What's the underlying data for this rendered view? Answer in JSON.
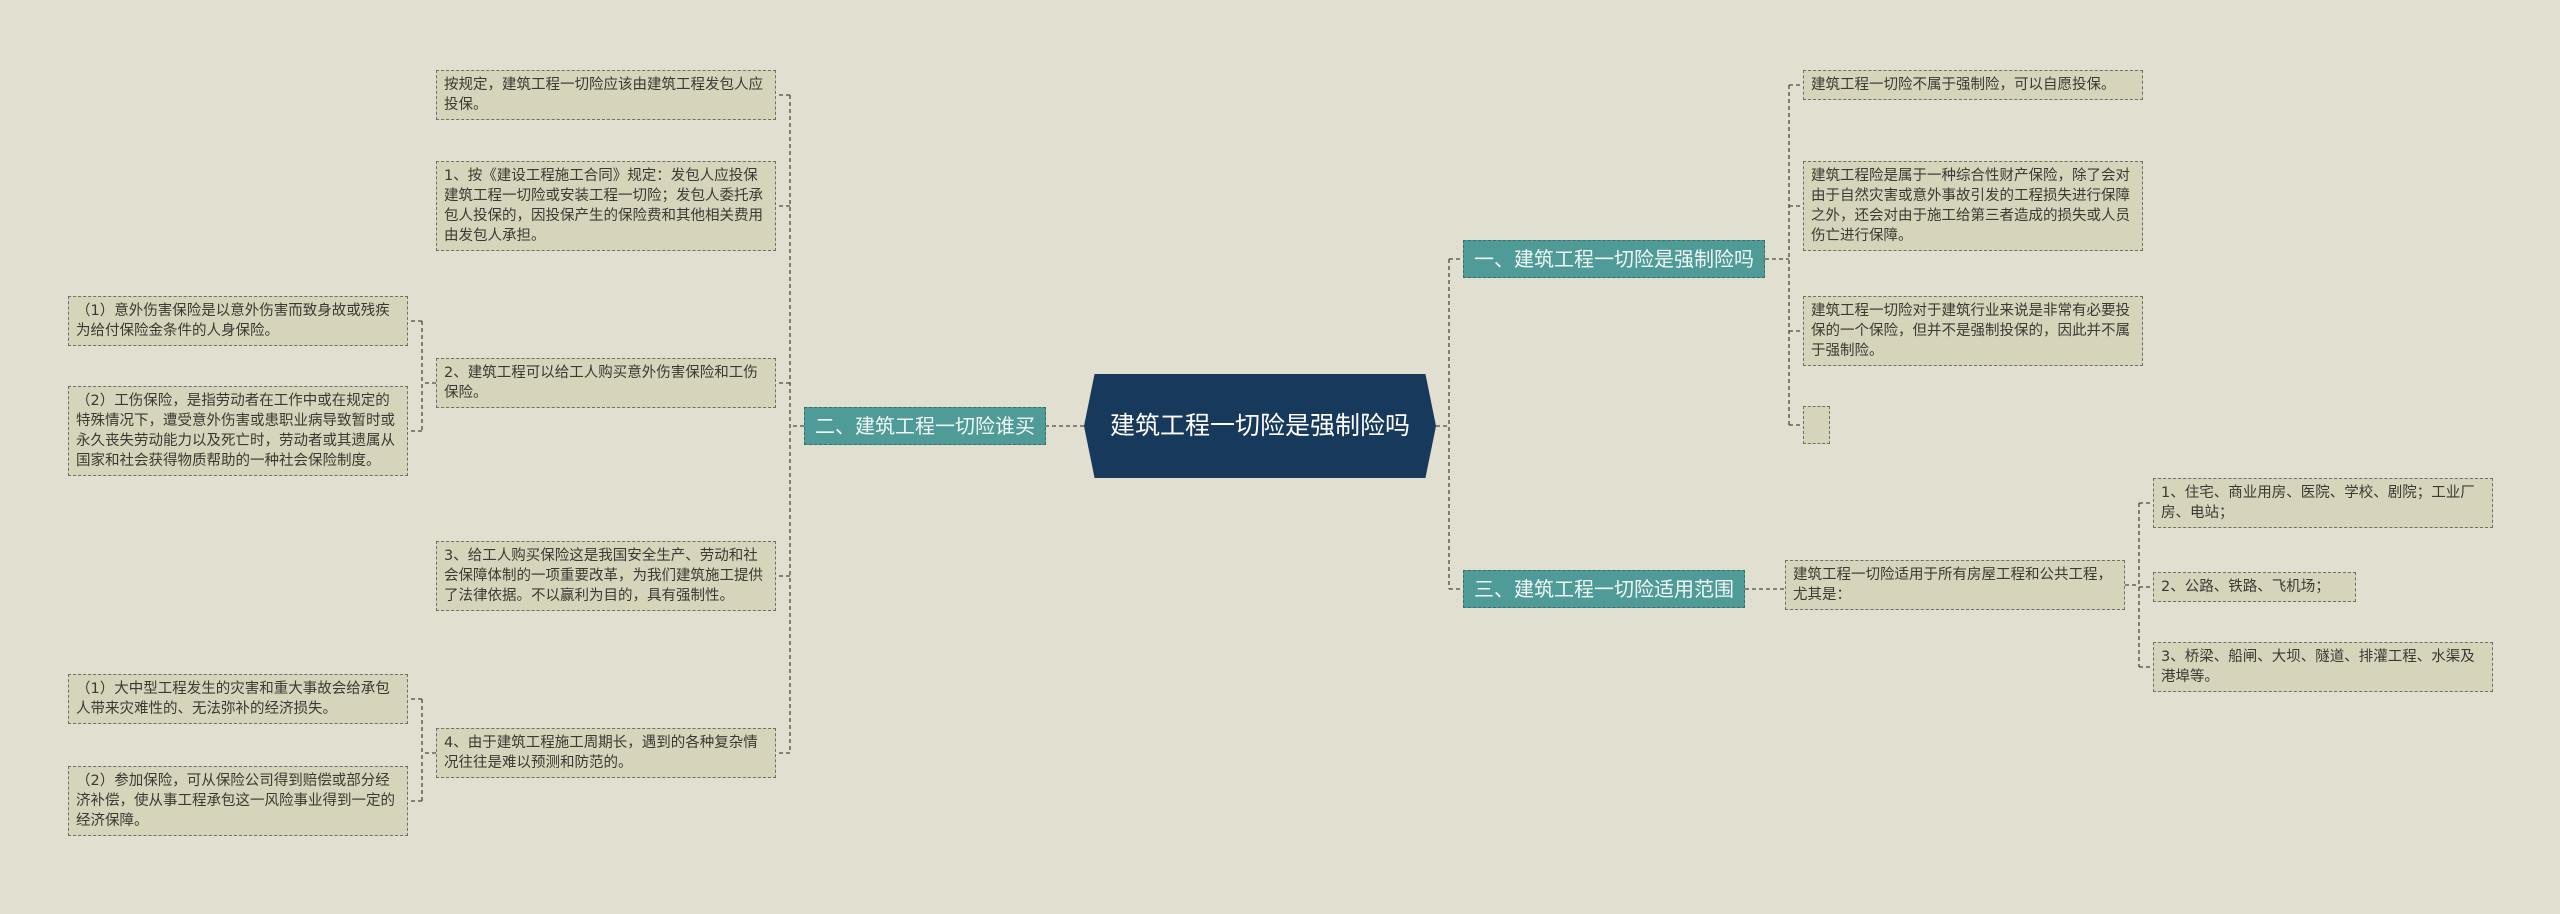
{
  "center": {
    "title": "建筑工程一切险是强制险吗"
  },
  "branches": [
    {
      "label": "一、建筑工程一切险是强制险吗"
    },
    {
      "label": "二、建筑工程一切险谁买"
    },
    {
      "label": "三、建筑工程一切险适用范围"
    }
  ],
  "b1_leaves": [
    "建筑工程一切险不属于强制险，可以自愿投保。",
    "建筑工程险是属于一种综合性财产保险，除了会对由于自然灾害或意外事故引发的工程损失进行保障之外，还会对由于施工给第三者造成的损失或人员伤亡进行保障。",
    "建筑工程一切险对于建筑行业来说是非常有必要投保的一个保险，但并不是强制投保的，因此并不属于强制险。",
    ""
  ],
  "b2_items": [
    "按规定，建筑工程一切险应该由建筑工程发包人应投保。",
    "1、按《建设工程施工合同》规定：发包人应投保建筑工程一切险或安装工程一切险；发包人委托承包人投保的，因投保产生的保险费和其他相关费用由发包人承担。",
    "2、建筑工程可以给工人购买意外伤害保险和工伤保险。",
    "3、给工人购买保险这是我国安全生产、劳动和社会保障体制的一项重要改革，为我们建筑施工提供了法律依据。不以赢利为目的，具有强制性。",
    "4、由于建筑工程施工周期长，遇到的各种复杂情况往往是难以预测和防范的。"
  ],
  "b2_sub": [
    "（1）意外伤害保险是以意外伤害而致身故或残疾为给付保险金条件的人身保险。",
    "（2）工伤保险，是指劳动者在工作中或在规定的特殊情况下，遭受意外伤害或患职业病导致暂时或永久丧失劳动能力以及死亡时，劳动者或其遗属从国家和社会获得物质帮助的一种社会保险制度。",
    "（1）大中型工程发生的灾害和重大事故会给承包人带来灾难性的、无法弥补的经济损失。",
    "（2）参加保险，可从保险公司得到赔偿或部分经济补偿，使从事工程承包这一风险事业得到一定的经济保障。"
  ],
  "b3_mid": "建筑工程一切险适用于所有房屋工程和公共工程，尤其是：",
  "b3_leaves": [
    "1、住宅、商业用房、医院、学校、剧院；工业厂房、电站；",
    "2、公路、铁路、飞机场；",
    "3、桥梁、船闸、大坝、隧道、排灌工程、水渠及港埠等。"
  ]
}
